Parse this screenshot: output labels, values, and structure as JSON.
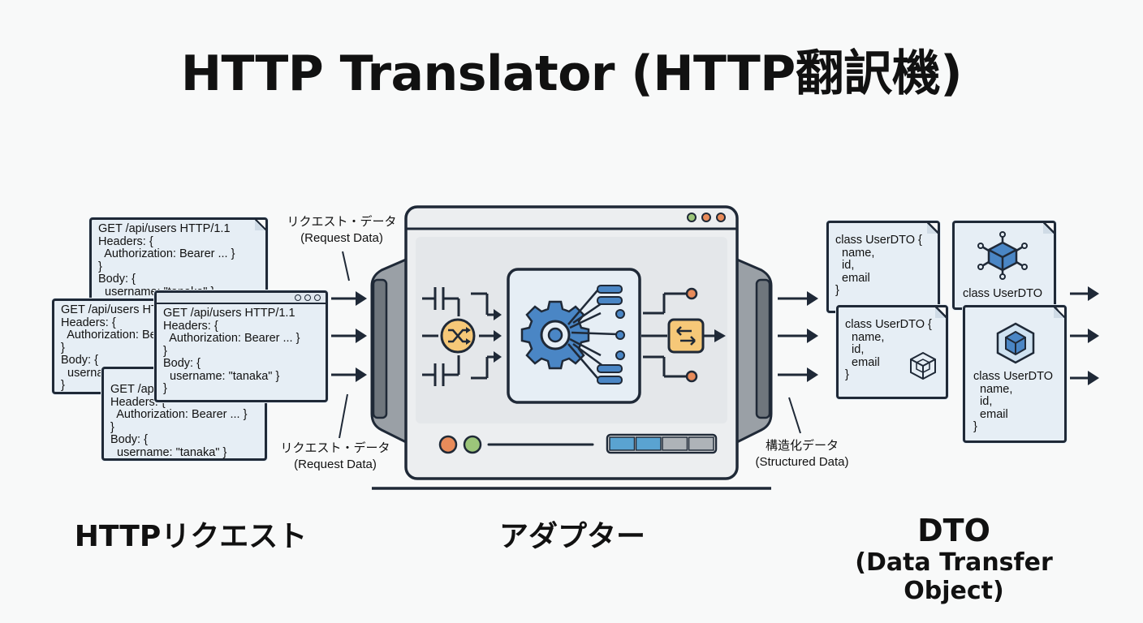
{
  "title": "HTTP Translator (HTTP翻訳機)",
  "requests": [
    "GET /api/users HTTP/1.1\nHeaders: {\n  Authorization: Bearer ... }\n}\nBody: {\n  username: \"tanaka\" }\n}",
    "GET /api/users HTTP/1.1\nHeaders: {\n  Authorization: Bearer ... }\n}\nBody: {\n  username: \"tanaka\" }\n}",
    "GET /api/users HTTP/1.1\nHeaders: {\n  Authorization: Bearer ... }\n}\nBody: {\n  username: \"tanaka\" }\n}",
    "GET /api/users HTTP/1.1\nHeaders: {\n  Authorization: Bearer ... }\n}\nBody: {\n  username: \"tanaka\" }\n}"
  ],
  "labels": {
    "request_top": "リクエスト・データ\n(Request Data)",
    "request_bottom": "リクエスト・データ\n(Request Data)",
    "structured": "構造化データ\n(Structured Data)"
  },
  "dto_cards": {
    "a": "class UserDTO {\n  name,\n  id,\n  email\n}",
    "b": "class UserDTO {\n  name,\n  id,\n  email\n}",
    "c": "class UserDTO",
    "d": "class UserDTO\n  name,\n  id,\n  email\n}"
  },
  "sections": {
    "left": "HTTPリクエスト",
    "middle": "アダプター",
    "right_title": "DTO",
    "right_subtitle": "(Data Transfer Object)"
  },
  "colors": {
    "outline": "#1f2937",
    "card_fill": "#e6eef5",
    "machine_fill": "#eceef0",
    "side_gray": "#9aa0a6",
    "gear_blue": "#4a86c5",
    "shuffle_yellow": "#f6c878",
    "orange": "#e88b5a",
    "green": "#9cc57a",
    "progress_blue": "#5aa3d1",
    "progress_gray": "#aeb3b8"
  },
  "icons": [
    "shuffle-icon",
    "gear-icon",
    "transform-icon",
    "cube-icon",
    "arrow-right-icon"
  ],
  "progress": {
    "filled_segments": 2,
    "total_segments": 4
  }
}
